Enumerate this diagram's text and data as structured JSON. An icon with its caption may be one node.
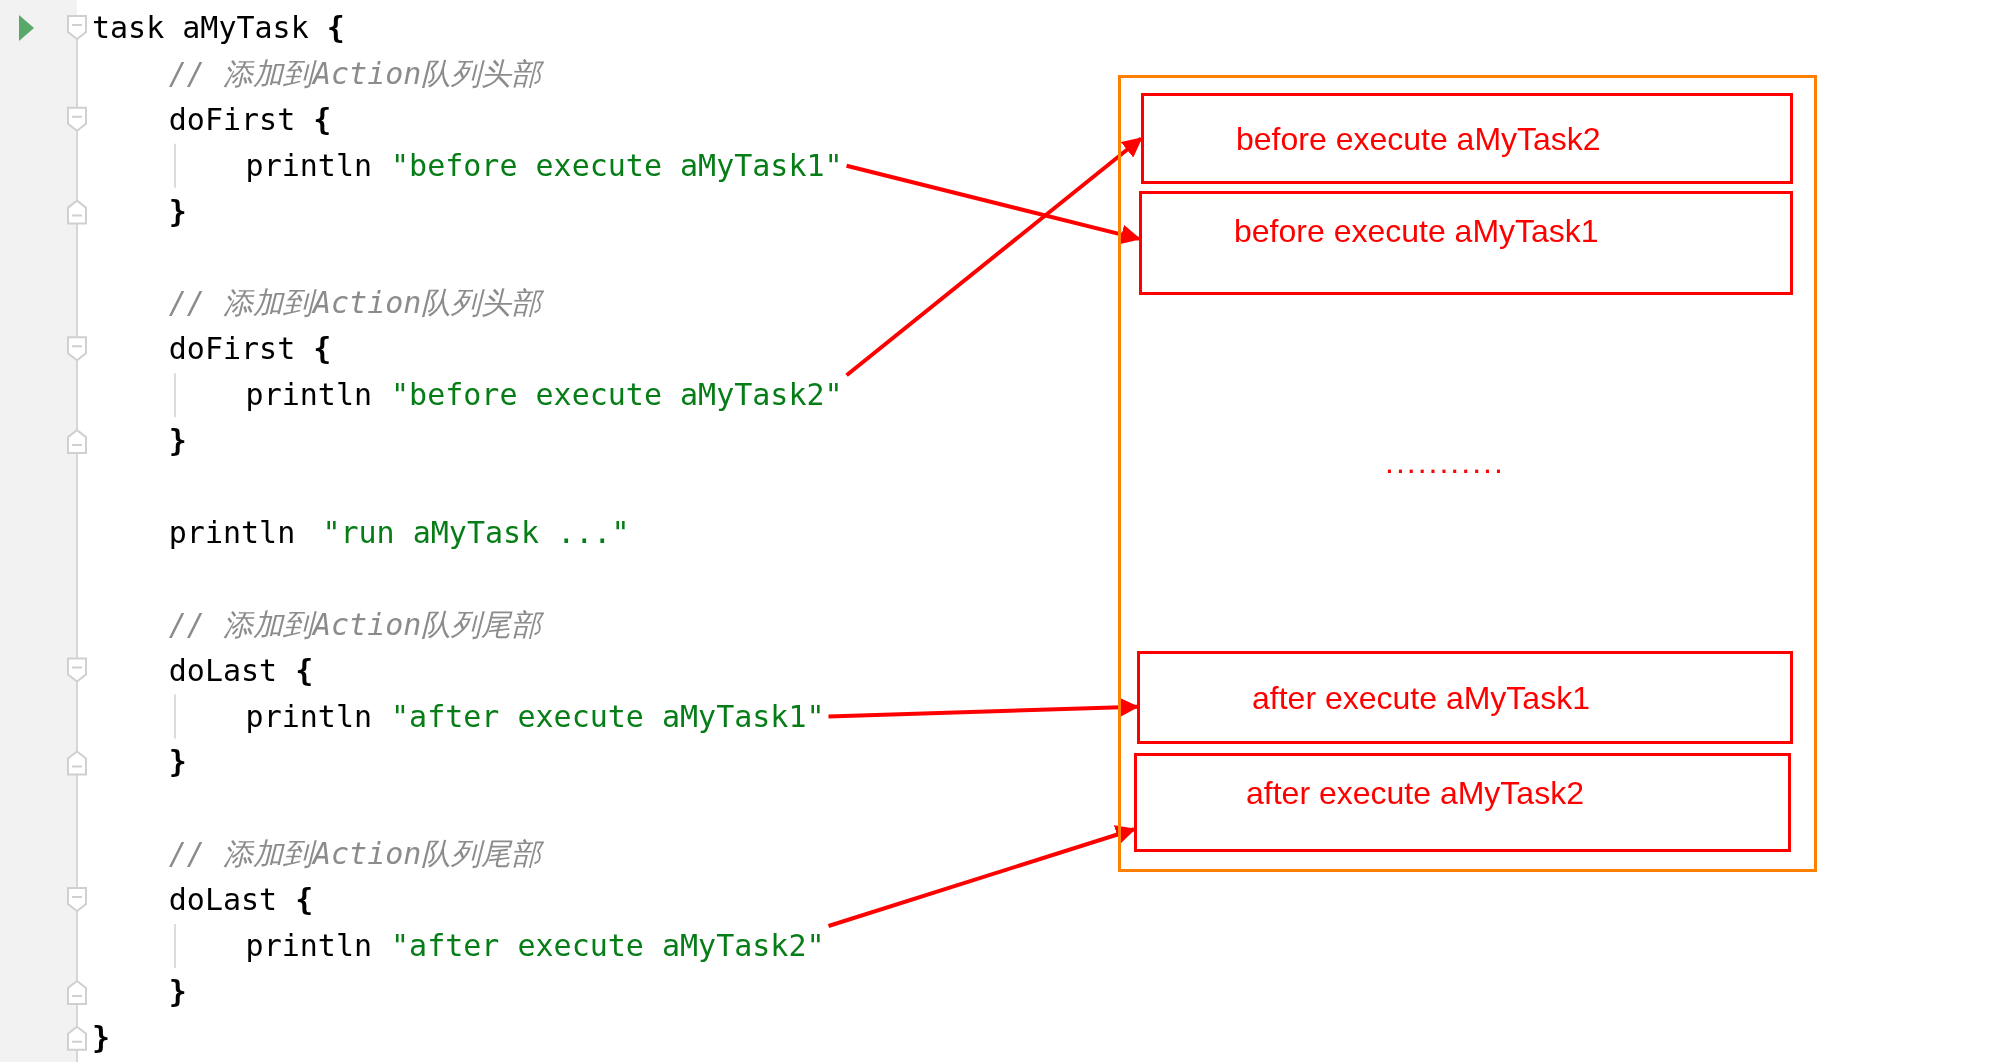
{
  "diagram": {
    "nodes": [
      {
        "text": [
          "println",
          "\"before execute aMyTask1\""
        ]
      },
      {
        "text": [
          "println",
          "\"before execute aMyTask2\""
        ]
      },
      {
        "text": [
          "println",
          "\"after execute aMyTask1\""
        ]
      },
      {
        "text": [
          "println",
          "\"after execute aMyTask2\""
        ]
      },
      {
        "text": [
          "..........."
        ]
      },
      {
        "text": [
          "before execute aMyTask2"
        ],
        "in": 4
      },
      {
        "text": [
          "before execute aMyTask1"
        ],
        "in": 4
      },
      {
        "text": [
          "after execute aMyTask1"
        ],
        "in": 4
      },
      {
        "text": [
          "after execute aMyTask2"
        ],
        "in": 4
      }
    ],
    "edges": [
      {
        "from": 0,
        "to": 6,
        "arrow": "to"
      },
      {
        "from": 1,
        "to": 5,
        "arrow": "to"
      },
      {
        "from": 2,
        "to": 7,
        "arrow": "to"
      },
      {
        "from": 3,
        "to": 8,
        "arrow": "to"
      }
    ],
    "labels": [
      "task aMyTask **{**",
      "// 添加到Action队列头部",
      "doFirst **{**",
      "}",
      "// 添加到Action队列头部",
      "doFirst **{**",
      "}",
      "println",
      "\"run aMyTask ...\"",
      "// 添加到Action队列尾部",
      "doLast **{**",
      "}",
      "// 添加到Action队列尾部",
      "doLast **{**",
      "}",
      "}"
    ]
  }
}
